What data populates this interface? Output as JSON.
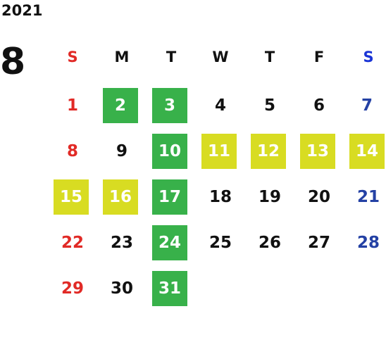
{
  "calendar": {
    "year": "2021",
    "month": "8",
    "weekdays": [
      "S",
      "M",
      "T",
      "W",
      "T",
      "F",
      "S"
    ],
    "weeks": [
      [
        "1",
        "2",
        "3",
        "4",
        "5",
        "6",
        "7"
      ],
      [
        "8",
        "9",
        "10",
        "11",
        "12",
        "13",
        "14"
      ],
      [
        "15",
        "16",
        "17",
        "18",
        "19",
        "20",
        "21"
      ],
      [
        "22",
        "23",
        "24",
        "25",
        "26",
        "27",
        "28"
      ],
      [
        "29",
        "30",
        "31",
        "",
        "",
        "",
        ""
      ]
    ],
    "highlights": {
      "green": [
        "2",
        "3",
        "10",
        "17",
        "24",
        "31"
      ],
      "yellow": [
        "11",
        "12",
        "13",
        "14",
        "15",
        "16"
      ]
    },
    "colors": {
      "sunday": "#e12a26",
      "saturday": "#2441a4",
      "saturday_header": "#1a34d6",
      "text": "#111111",
      "green_highlight": "#38b14a",
      "yellow_highlight": "#d8dc22"
    }
  }
}
